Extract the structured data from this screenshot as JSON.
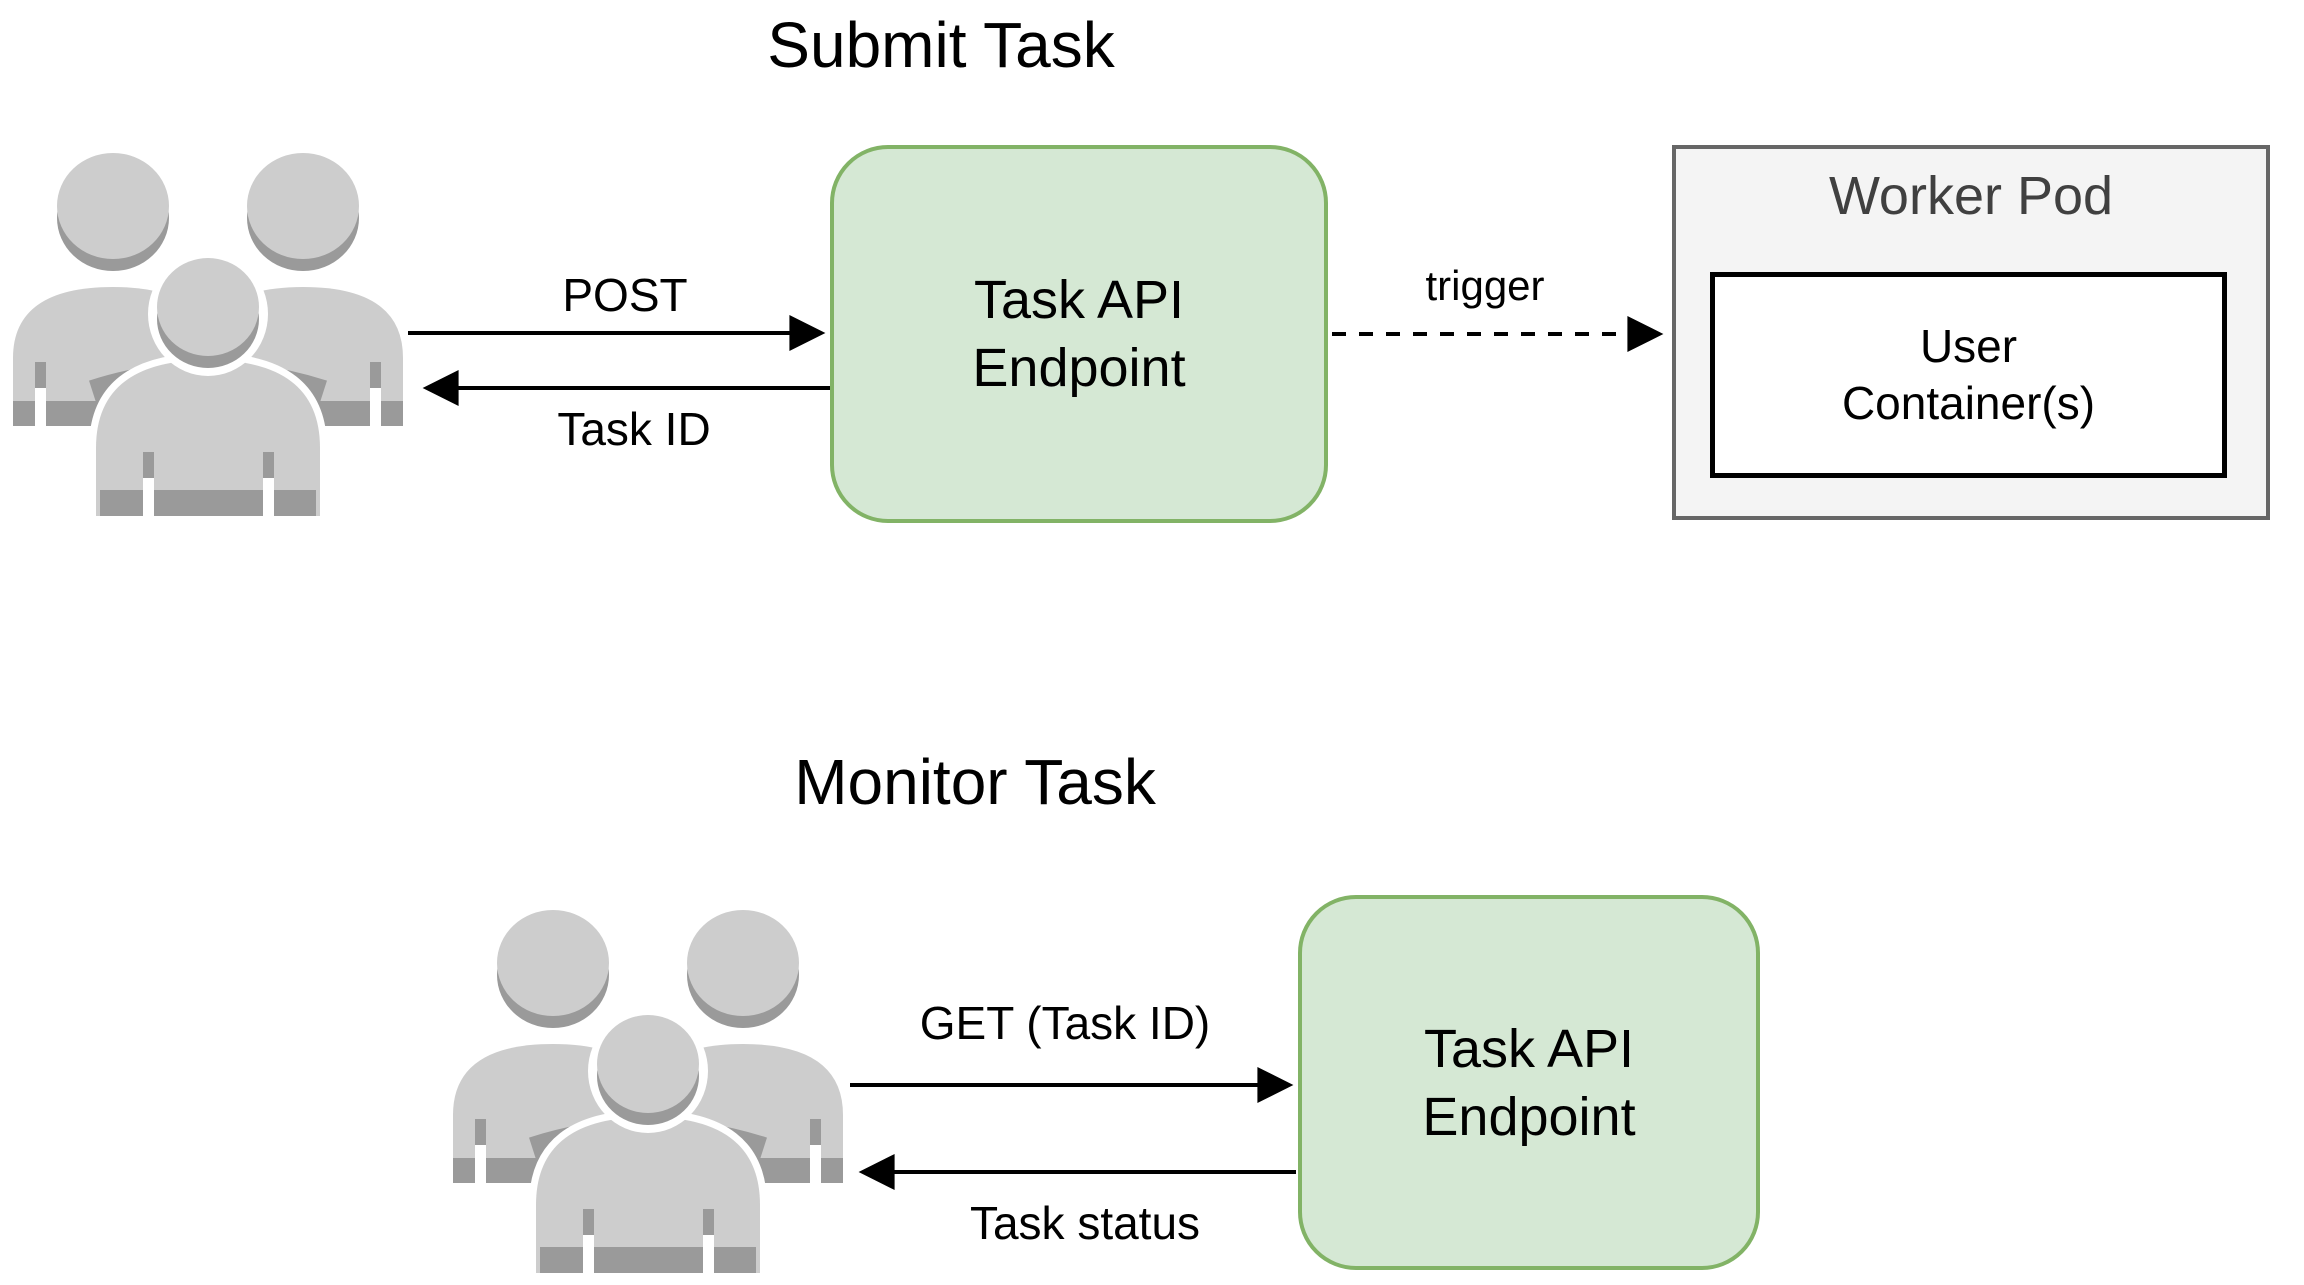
{
  "colors": {
    "endpoint_fill": "#d5e8d4",
    "endpoint_border": "#82b366",
    "pod_fill": "#f4f4f4",
    "pod_border": "#666666",
    "pod_title": "#404040",
    "icon_gray": "#cdcdcd",
    "icon_gray_dark": "#9a9a9a",
    "line": "#000000"
  },
  "submit": {
    "title": "Submit Task",
    "request_label": "POST",
    "response_label": "Task ID",
    "endpoint": {
      "line1": "Task API",
      "line2": "Endpoint"
    },
    "trigger_label": "trigger",
    "worker_pod": {
      "title": "Worker Pod",
      "container": {
        "line1": "User",
        "line2": "Container(s)"
      }
    }
  },
  "monitor": {
    "title": "Monitor Task",
    "request_label": "GET (Task ID)",
    "response_label": "Task status",
    "endpoint": {
      "line1": "Task API",
      "line2": "Endpoint"
    }
  },
  "icons": {
    "users_left": "users-group-icon",
    "users_right": "users-group-icon"
  }
}
